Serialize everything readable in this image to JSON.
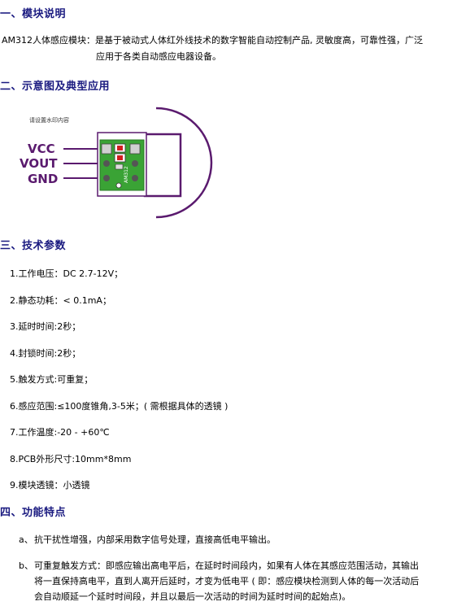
{
  "sections": {
    "s1": "一、模块说明",
    "s2": "二、示意图及典型应用",
    "s3": "三、技术参数",
    "s4": "四、功能特点"
  },
  "intro": {
    "line1": "AM312人体感应模块：是基于被动式人体红外线技术的数字智能自动控制产品, 灵敏度高，可靠性强，广泛",
    "line2": "应用于各类自动感应电器设备。"
  },
  "diagram": {
    "watermark": "请设置水印内容",
    "pins": [
      "VCC",
      "VOUT",
      "GND"
    ],
    "board_text": "AM312",
    "colors": {
      "board": "#3aa335",
      "wire": "#5a1a6e",
      "pad": "#d01f1f"
    }
  },
  "specs": [
    "1.工作电压：DC 2.7-12V；",
    "2.静态功耗：< 0.1mA；",
    "3.延时时间:2秒；",
    "4.封锁时间:2秒；",
    "5.触发方式:可重复；",
    "6.感应范围:≤100度锥角,3-5米；( 需根据具体的透镜 )",
    "7.工作温度:-20 - +60℃",
    "8.PCB外形尺寸:10mm*8mm",
    "9.模块透镜：小透镜"
  ],
  "features": [
    {
      "mark": "a、",
      "lines": [
        "抗干扰性增强，内部采用数字信号处理，直接高低电平输出。"
      ]
    },
    {
      "mark": "b、",
      "lines": [
        "可重复触发方式：即感应输出高电平后，在延时时间段内，如果有人体在其感应范围活动，其输出",
        "将一直保持高电平，直到人离开后延时，才变为低电平 ( 即：感应模块检测到人体的每一次活动后",
        "会自动顺延一个延时时间段，并且以最后一次活动的时间为延时时间的起始点)。"
      ]
    }
  ]
}
